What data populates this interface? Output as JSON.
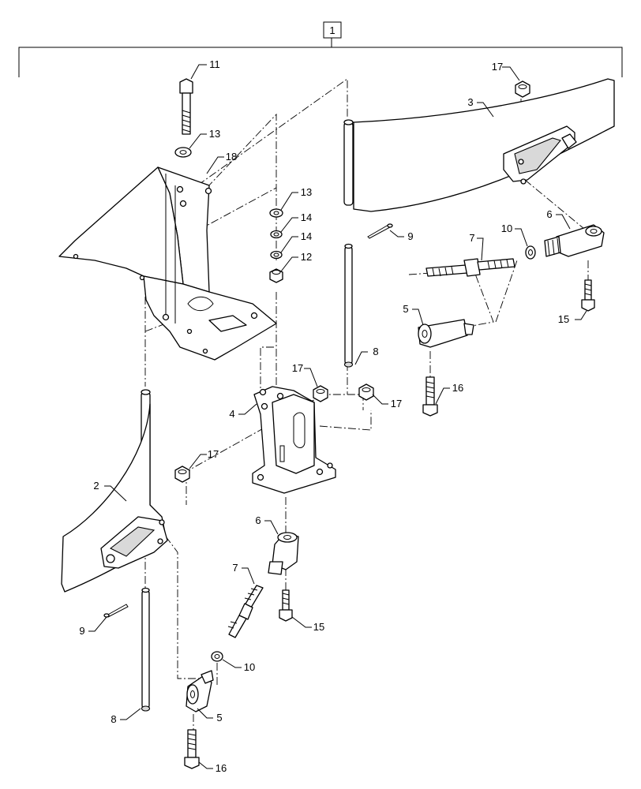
{
  "diagram": {
    "assembly_callout": "1",
    "callouts": [
      "11",
      "13",
      "18",
      "13",
      "14",
      "14",
      "12",
      "17",
      "3",
      "9",
      "7",
      "10",
      "6",
      "15",
      "5",
      "8",
      "16",
      "17",
      "17",
      "4",
      "17",
      "2",
      "6",
      "7",
      "15",
      "9",
      "10",
      "5",
      "8",
      "16"
    ]
  }
}
